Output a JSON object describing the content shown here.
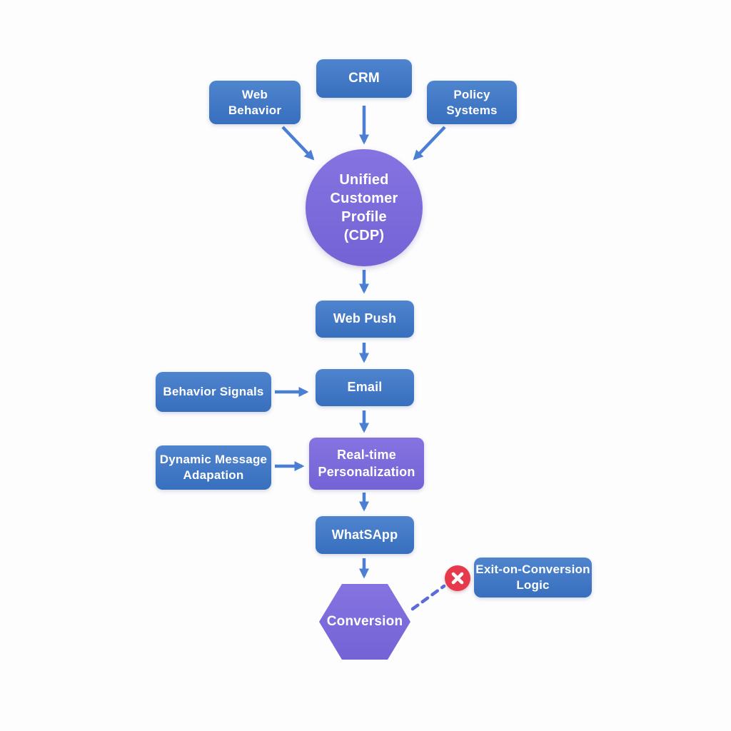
{
  "diagram": {
    "background_color": "#fdfdfe",
    "colors": {
      "node_blue": "#3b76c8",
      "node_purple": "#7a68de",
      "arrow_blue": "#4a7fd4",
      "dashed_line_purple": "#5b6cd9",
      "error_red": "#e6394b",
      "label_text": "#ffffff"
    },
    "nodes": {
      "web_behavior": {
        "lines": [
          "Web",
          "Behavior"
        ]
      },
      "crm": {
        "lines": [
          "CRM"
        ]
      },
      "policy_systems": {
        "lines": [
          "Policy",
          "Systems"
        ]
      },
      "cdp": {
        "lines": [
          "Unified",
          "Customer Profile",
          "(CDP)"
        ]
      },
      "web_push": {
        "lines": [
          "Web Push"
        ]
      },
      "behavior_signals": {
        "lines": [
          "Behavior Signals"
        ]
      },
      "email": {
        "lines": [
          "Email"
        ]
      },
      "dynamic_message_adapation": {
        "lines": [
          "Dynamic Message",
          "Adapation"
        ]
      },
      "realtime_personalization": {
        "lines": [
          "Real-time",
          "Personalization"
        ]
      },
      "whatsapp": {
        "lines": [
          "WhatSApp"
        ]
      },
      "conversion": {
        "lines": [
          "Conversion"
        ]
      },
      "exit_on_conversion_logic": {
        "lines": [
          "Exit-on-Conversion",
          "Logic"
        ]
      }
    },
    "edges": [
      {
        "from": "web_behavior",
        "to": "cdp",
        "style": "solid"
      },
      {
        "from": "crm",
        "to": "cdp",
        "style": "solid"
      },
      {
        "from": "policy_systems",
        "to": "cdp",
        "style": "solid"
      },
      {
        "from": "cdp",
        "to": "web_push",
        "style": "solid"
      },
      {
        "from": "web_push",
        "to": "email",
        "style": "solid"
      },
      {
        "from": "behavior_signals",
        "to": "email",
        "style": "solid"
      },
      {
        "from": "email",
        "to": "realtime_personalization",
        "style": "solid"
      },
      {
        "from": "dynamic_message_adapation",
        "to": "realtime_personalization",
        "style": "solid"
      },
      {
        "from": "realtime_personalization",
        "to": "whatsapp",
        "style": "solid"
      },
      {
        "from": "whatsapp",
        "to": "conversion",
        "style": "solid"
      },
      {
        "from": "conversion",
        "to": "exit_on_conversion_logic",
        "style": "dashed"
      }
    ],
    "icons": {
      "error_x": "x-in-red-circle"
    }
  }
}
